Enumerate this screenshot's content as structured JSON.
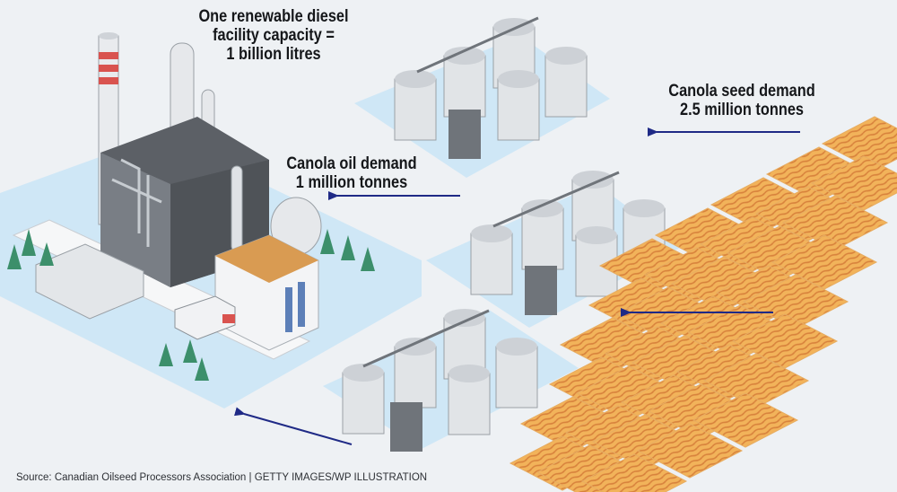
{
  "facility": {
    "capacity_line1": "One renewable diesel",
    "capacity_line2": "facility capacity =",
    "capacity_line3": "1 billion litres"
  },
  "oil_demand": {
    "line1": "Canola oil demand",
    "line2": "1 million tonnes"
  },
  "seed_demand": {
    "line1": "Canola seed demand",
    "line2": "2.5 million tonnes"
  },
  "footer": {
    "source": "Source: Canadian Oilseed Processors Association",
    "separator": "|",
    "credit": "GETTY IMAGES/WP ILLUSTRATION"
  },
  "colors": {
    "background": "#eef1f4",
    "ground_pad": "#cfe7f6",
    "arrow": "#1f2a86",
    "field": "#f2b35a",
    "field_stripe": "#d8823c",
    "silo": "#e1e4e7",
    "facility_dark": "#5c6066"
  }
}
